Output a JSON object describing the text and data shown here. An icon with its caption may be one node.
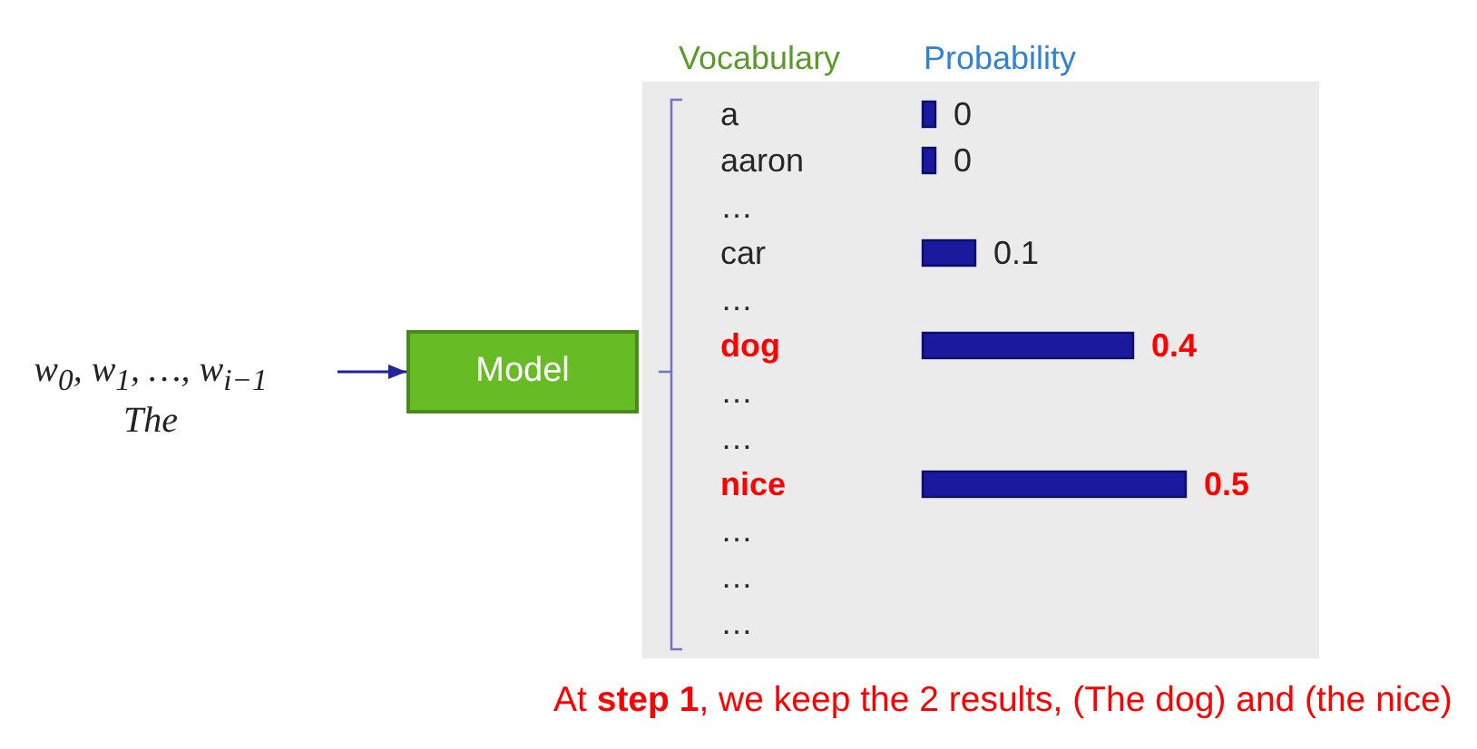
{
  "diagram": {
    "caption": "At **step 1**, we keep the 2 results, (The dog) and (the nice)",
    "nodes": [
      {
        "text": [
          "w$_{0}$, w$_{1}$, …, w$_{i−1}$",
          "The"
        ]
      },
      {
        "text": [
          "Model"
        ]
      }
    ],
    "edges": [
      {
        "from": 0,
        "to": 1,
        "arrow": "to"
      }
    ],
    "chart_data": {
      "type": "bar",
      "orientation": "horizontal",
      "xlabel": "Probability",
      "ylabel": "Vocabulary",
      "categories": [
        "a",
        "aaron",
        "…",
        "car",
        "…",
        "dog",
        "…",
        "…",
        "nice",
        "…",
        "…",
        "…"
      ],
      "series": [
        {
          "color": "#1a1a9e",
          "values": [
            0,
            0,
            null,
            0.1,
            null,
            0.4,
            null,
            null,
            0.5,
            null,
            null,
            null
          ]
        }
      ],
      "data_labels": true
    }
  }
}
